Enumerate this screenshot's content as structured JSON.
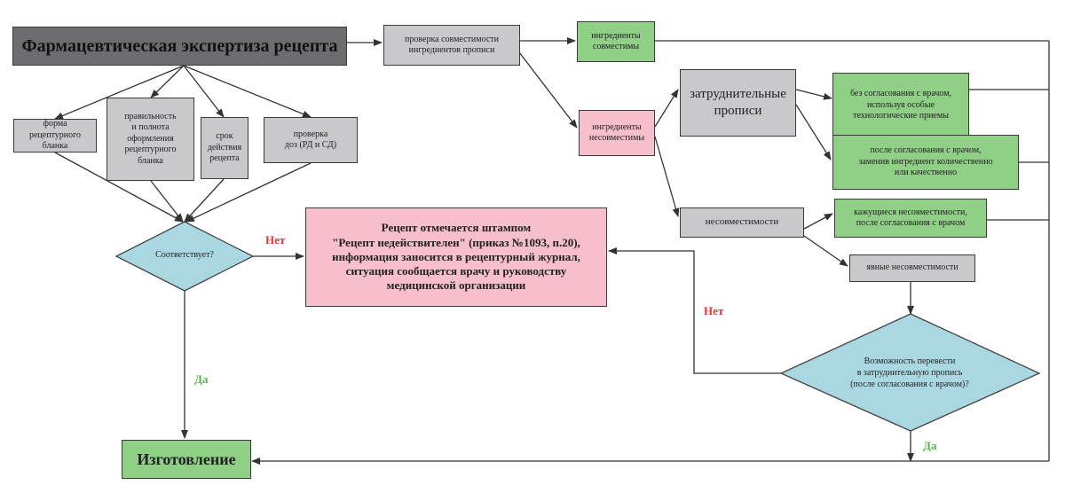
{
  "colors": {
    "gray": "#c9c9cc",
    "dark_gray": "#6d6d70",
    "green": "#8fcf86",
    "pink": "#f6bfcb",
    "blue": "#a9d8e3",
    "no_red": "#d83a3a",
    "yes_green": "#5ab34a"
  },
  "title": "Фармацевтическая экспертиза рецепта",
  "checks": [
    "форма\nрецептурного\nбланка",
    "правильность\nи полнота\nоформления\nрецептурного\nбланка",
    "срок\nдействия\nрецепта",
    "проверка\nдоз (РД и СД)"
  ],
  "compatibility_check": "проверка совместимости\nингредиентов прописи",
  "compatible": "ингредиенты\nсовместимы",
  "incompatible": "ингредиенты\nнесовместимы",
  "difficult": "затруднительные\nпрописи",
  "without_doctor": "без согласования с врачом,\nиспользуя особые\nтехнологические приемы",
  "after_doctor_replace": "после согласования с врачом,\nзаменив ингредиент количественно\nили качественно",
  "incompatibilities": "несовместимости",
  "apparent": "кажущиеся несовместимости,\nпосле согласования с врачом",
  "obvious": "явные несовместимости",
  "corresponds": "Соответствует?",
  "possibility": "Возможность перевести\nв затруднительную пропись\n(после согласования с врачом)?",
  "reject_text": "Рецепт отмечается штампом\n\"Рецепт недействителен\" (приказ №1093, п.20),\nинформация заносится в рецептурный журнал,\nситуация сообщается врачу и руководству\nмедицинской организации",
  "manufacture": "Изготовление",
  "no_label": "Нет",
  "yes_label": "Да"
}
